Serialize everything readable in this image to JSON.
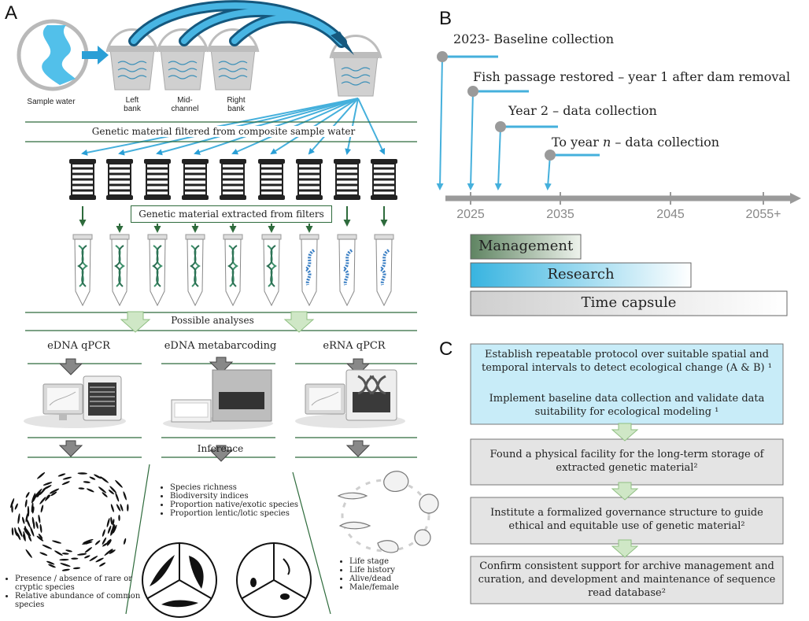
{
  "panel_a": {
    "letter": "A",
    "sample_water": "Sample water",
    "buckets": [
      "Left bank",
      "Mid-channel",
      "Right bank"
    ],
    "filtered_label": "Genetic material filtered from composite sample water",
    "extracted_label": "Genetic material extracted from filters",
    "possible_analyses": "Possible analyses",
    "methods": [
      "eDNA qPCR",
      "eDNA metabarcoding",
      "eRNA qPCR"
    ],
    "inference": "Inference",
    "qpcr_bullets": [
      "Presence / absence of rare or cryptic species",
      "Relative abundance of common species"
    ],
    "meta_bullets": [
      "Species richness",
      "Biodiversity indices",
      "Proportion native/exotic species",
      "Proportion lentic/lotic species"
    ],
    "erna_bullets": [
      "Life stage",
      "Life history",
      "Alive/dead",
      "Male/female"
    ],
    "colors": {
      "arrow_blue": "#2a9fd6",
      "line_green": "#2e6b3c",
      "dna_green": "#3d8f6a",
      "rna_blue": "#3a7fc4"
    }
  },
  "panel_b": {
    "letter": "B",
    "events": [
      {
        "label_pre": "2023- Baseline collection",
        "label_italic": "",
        "label_post": ""
      },
      {
        "label_pre": "Fish passage restored – year 1 after dam removal",
        "label_italic": "",
        "label_post": ""
      },
      {
        "label_pre": "Year 2 – data collection",
        "label_italic": "",
        "label_post": ""
      },
      {
        "label_pre": "To year ",
        "label_italic": "n",
        "label_post": " – data collection"
      }
    ],
    "ticks": [
      "2025",
      "2035",
      "2045",
      "2055+"
    ],
    "legend": [
      "Management",
      "Research",
      "Time capsule"
    ],
    "colors": {
      "management": "#6e8f70",
      "research": "#38b4e0",
      "time_capsule": "#d7d7d7",
      "timeline": "#9a9a9a",
      "marker": "#45b0dc"
    }
  },
  "panel_c": {
    "letter": "C",
    "box1": [
      "Establish repeatable protocol over suitable spatial and temporal intervals to detect ecological change (A & B) ¹",
      "Implement baseline data collection and validate data suitability for ecological modeling ¹"
    ],
    "box2": "Found a physical facility for the long-term storage of extracted genetic material²",
    "box3": "Institute a formalized governance structure to guide ethical and equitable use of genetic material²",
    "box4": "Confirm consistent support for archive management and curation, and development and maintenance of sequence read database²",
    "colors": {
      "box1": "#c8ecf8",
      "grey": "#e4e4e4",
      "arrow": "#cfe7c6"
    }
  }
}
